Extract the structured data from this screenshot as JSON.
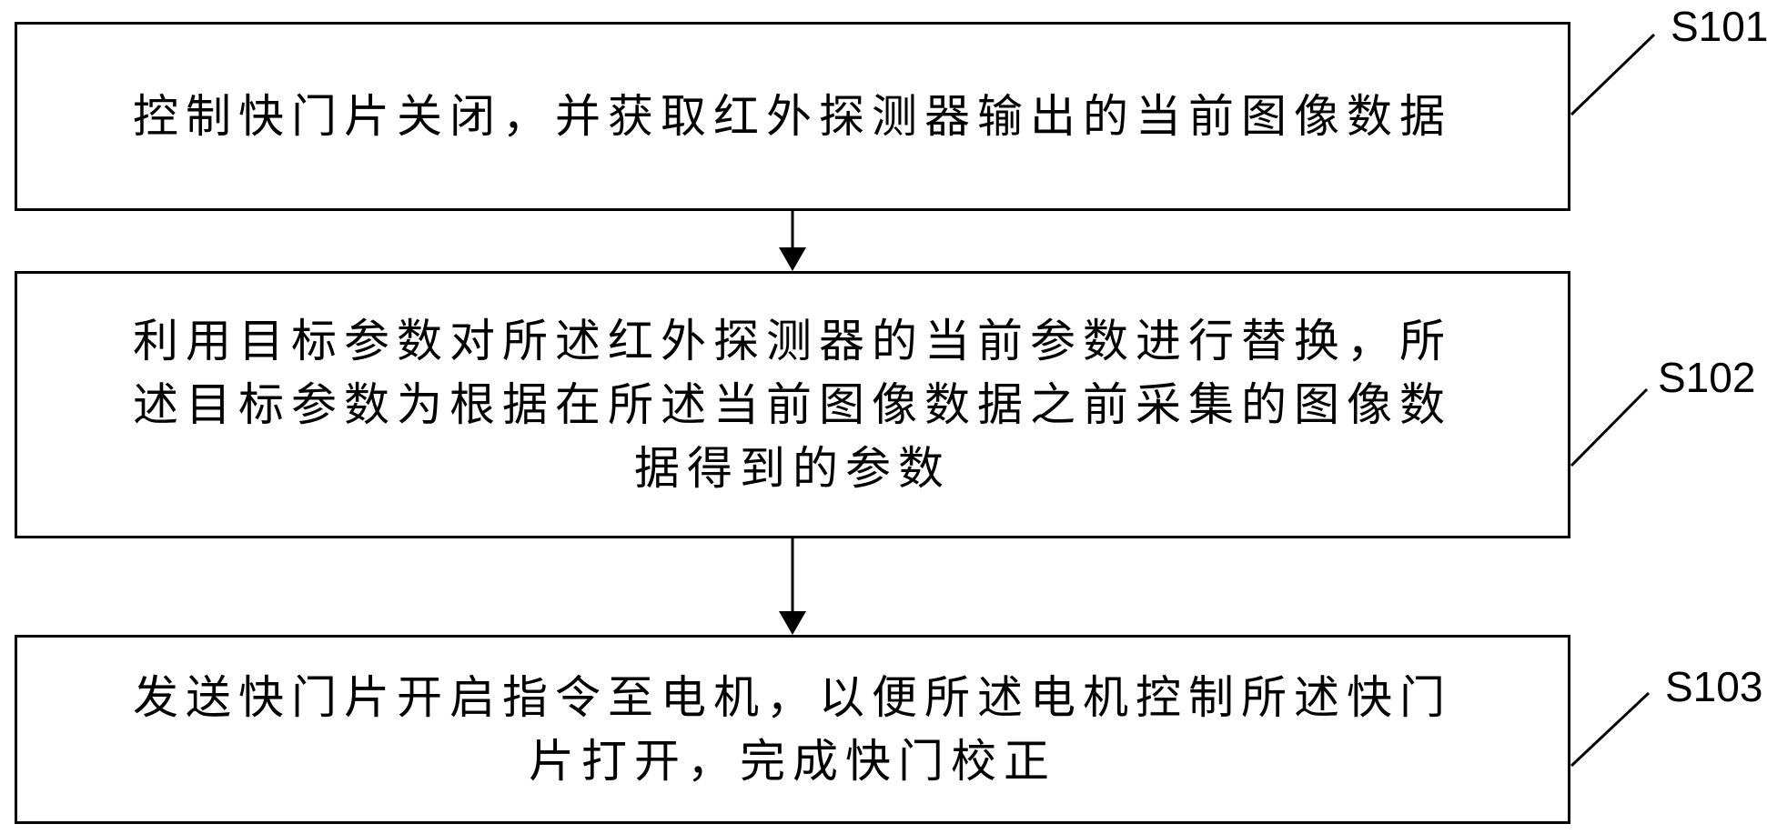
{
  "steps": [
    {
      "id": "S101",
      "text": "控制快门片关闭，并获取红外探测器输出的当前图像数据"
    },
    {
      "id": "S102",
      "text": "利用目标参数对所述红外探测器的当前参数进行替换，所\n述目标参数为根据在所述当前图像数据之前采集的图像数\n据得到的参数"
    },
    {
      "id": "S103",
      "text": "发送快门片开启指令至电机，以便所述电机控制所述快门\n片打开，完成快门校正"
    }
  ]
}
